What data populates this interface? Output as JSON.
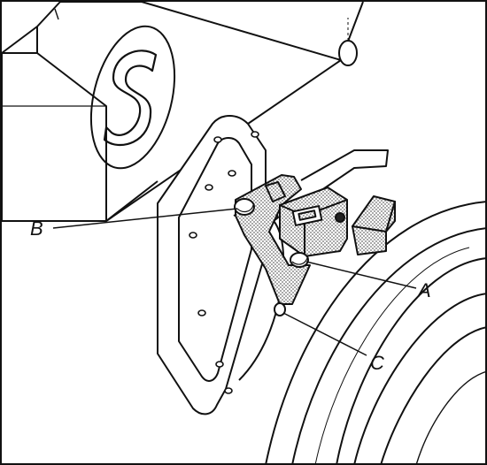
{
  "callouts": {
    "a": "A",
    "b": "B",
    "c": "C"
  },
  "colors": {
    "ink": "#111111",
    "paper": "#ffffff",
    "stipple": "#8f8f8f"
  }
}
